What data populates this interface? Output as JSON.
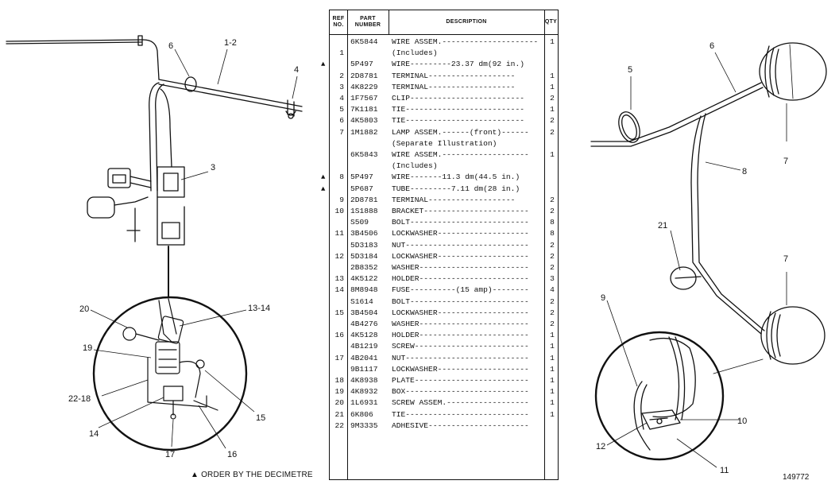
{
  "columns": {
    "ref": "REF NO.",
    "part": "PART NUMBER",
    "description": "DESCRIPTION",
    "qty": "QTY"
  },
  "rows": [
    {
      "ref": "",
      "part": "6K5844",
      "desc": "WIRE ASSEM.---------------------",
      "qty": "1",
      "mark": ""
    },
    {
      "ref": "1",
      "part": "",
      "desc": "   (Includes)",
      "qty": "",
      "mark": ""
    },
    {
      "ref": "",
      "part": "5P497",
      "desc": "   WIRE---------23.37 dm(92 in.)",
      "qty": "",
      "mark": "▲"
    },
    {
      "ref": "2",
      "part": "2D8781",
      "desc": "   TERMINAL-------------------",
      "qty": "1",
      "mark": ""
    },
    {
      "ref": "3",
      "part": "4K8229",
      "desc": "   TERMINAL-------------------",
      "qty": "1",
      "mark": ""
    },
    {
      "ref": "4",
      "part": "1F7567",
      "desc": "CLIP-------------------------",
      "qty": "2",
      "mark": ""
    },
    {
      "ref": "5",
      "part": "7K1181",
      "desc": "TIE--------------------------",
      "qty": "1",
      "mark": ""
    },
    {
      "ref": "6",
      "part": "4K5803",
      "desc": "TIE--------------------------",
      "qty": "2",
      "mark": ""
    },
    {
      "ref": "7",
      "part": "1M1882",
      "desc": "LAMP ASSEM.------(front)------",
      "qty": "2",
      "mark": ""
    },
    {
      "ref": "",
      "part": "",
      "desc": "   (Separate Illustration)",
      "qty": "",
      "mark": ""
    },
    {
      "ref": "",
      "part": "6K5843",
      "desc": "WIRE ASSEM.-------------------",
      "qty": "1",
      "mark": ""
    },
    {
      "ref": "",
      "part": "",
      "desc": "   (Includes)",
      "qty": "",
      "mark": ""
    },
    {
      "ref": "8",
      "part": "5P497",
      "desc": "   WIRE-------11.3 dm(44.5 in.)",
      "qty": "",
      "mark": "▲"
    },
    {
      "ref": "",
      "part": "5P687",
      "desc": "   TUBE---------7.11 dm(28 in.)",
      "qty": "",
      "mark": "▲"
    },
    {
      "ref": "9",
      "part": "2D8781",
      "desc": "   TERMINAL-------------------",
      "qty": "2",
      "mark": ""
    },
    {
      "ref": "10",
      "part": "1S1888",
      "desc": "BRACKET-----------------------",
      "qty": "2",
      "mark": ""
    },
    {
      "ref": "",
      "part": "S509",
      "desc": "BOLT--------------------------",
      "qty": "8",
      "mark": ""
    },
    {
      "ref": "11",
      "part": "3B4506",
      "desc": "LOCKWASHER--------------------",
      "qty": "8",
      "mark": ""
    },
    {
      "ref": "",
      "part": "5D3183",
      "desc": "NUT---------------------------",
      "qty": "2",
      "mark": ""
    },
    {
      "ref": "12",
      "part": "5D3184",
      "desc": "LOCKWASHER--------------------",
      "qty": "2",
      "mark": ""
    },
    {
      "ref": "",
      "part": "2B8352",
      "desc": "WASHER------------------------",
      "qty": "2",
      "mark": ""
    },
    {
      "ref": "13",
      "part": "4K5122",
      "desc": "HOLDER------------------------",
      "qty": "3",
      "mark": ""
    },
    {
      "ref": "14",
      "part": "8M8948",
      "desc": "FUSE----------(15 amp)--------",
      "qty": "4",
      "mark": ""
    },
    {
      "ref": "",
      "part": "S1614",
      "desc": "BOLT--------------------------",
      "qty": "2",
      "mark": ""
    },
    {
      "ref": "15",
      "part": "3B4504",
      "desc": "LOCKWASHER--------------------",
      "qty": "2",
      "mark": ""
    },
    {
      "ref": "",
      "part": "4B4276",
      "desc": "WASHER------------------------",
      "qty": "2",
      "mark": ""
    },
    {
      "ref": "16",
      "part": "4K5128",
      "desc": "HOLDER------------------------",
      "qty": "1",
      "mark": ""
    },
    {
      "ref": "",
      "part": "4B1219",
      "desc": "SCREW-------------------------",
      "qty": "1",
      "mark": ""
    },
    {
      "ref": "17",
      "part": "4B2041",
      "desc": "NUT---------------------------",
      "qty": "1",
      "mark": ""
    },
    {
      "ref": "",
      "part": "9B1117",
      "desc": "LOCKWASHER--------------------",
      "qty": "1",
      "mark": ""
    },
    {
      "ref": "18",
      "part": "4K8938",
      "desc": "PLATE-------------------------",
      "qty": "1",
      "mark": ""
    },
    {
      "ref": "19",
      "part": "4K8932",
      "desc": "BOX---------------------------",
      "qty": "1",
      "mark": ""
    },
    {
      "ref": "20",
      "part": "1L6931",
      "desc": "SCREW ASSEM.------------------",
      "qty": "1",
      "mark": ""
    },
    {
      "ref": "21",
      "part": "6K806",
      "desc": "TIE---------------------------",
      "qty": "1",
      "mark": ""
    },
    {
      "ref": "22",
      "part": "9M3335",
      "desc": "ADHESIVE----------------------",
      "qty": "",
      "mark": ""
    }
  ],
  "left_callouts": [
    "1-2",
    "6",
    "4",
    "3",
    "20",
    "13-14",
    "19",
    "22-18",
    "15",
    "14",
    "17",
    "16"
  ],
  "right_callouts": [
    "5",
    "6",
    "7",
    "8",
    "21",
    "7",
    "9",
    "10",
    "12",
    "11"
  ],
  "note": "▲ ORDER BY THE DECIMETRE",
  "figure_number": "149772"
}
